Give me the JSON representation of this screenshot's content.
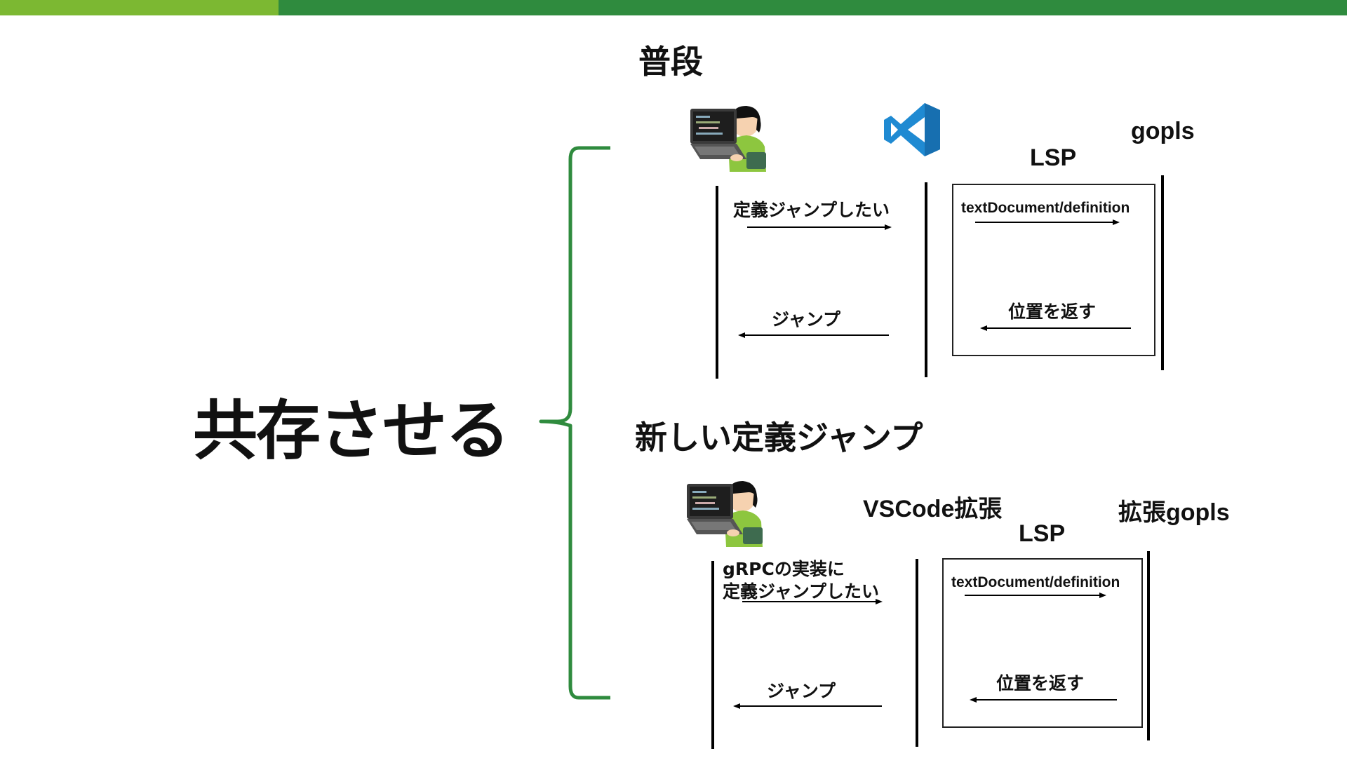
{
  "main_label": "共存させる",
  "colors": {
    "top_bar_light": "#7cb832",
    "top_bar_dark": "#2f8b3e",
    "bracket": "#2f8b3e",
    "vscode_blue": "#1f8ad2"
  },
  "sections": [
    {
      "title": "普段",
      "actors": {
        "client_icon": "person-at-laptop-icon",
        "editor_icon": "vscode-logo-icon",
        "server": "gopls",
        "protocol": "LSP"
      },
      "messages": {
        "request_user": "定義ジャンプしたい",
        "request_lsp": "textDocument/definition",
        "response_lsp": "位置を返す",
        "response_user": "ジャンプ"
      }
    },
    {
      "title": "新しい定義ジャンプ",
      "actors": {
        "client_icon": "person-at-laptop-icon",
        "editor": "VSCode拡張",
        "server": "拡張gopls",
        "protocol": "LSP"
      },
      "messages": {
        "request_user_line1": "gRPCの実装に",
        "request_user_line2": "定義ジャンプしたい",
        "request_lsp": "textDocument/definition",
        "response_lsp": "位置を返す",
        "response_user": "ジャンプ"
      }
    }
  ]
}
